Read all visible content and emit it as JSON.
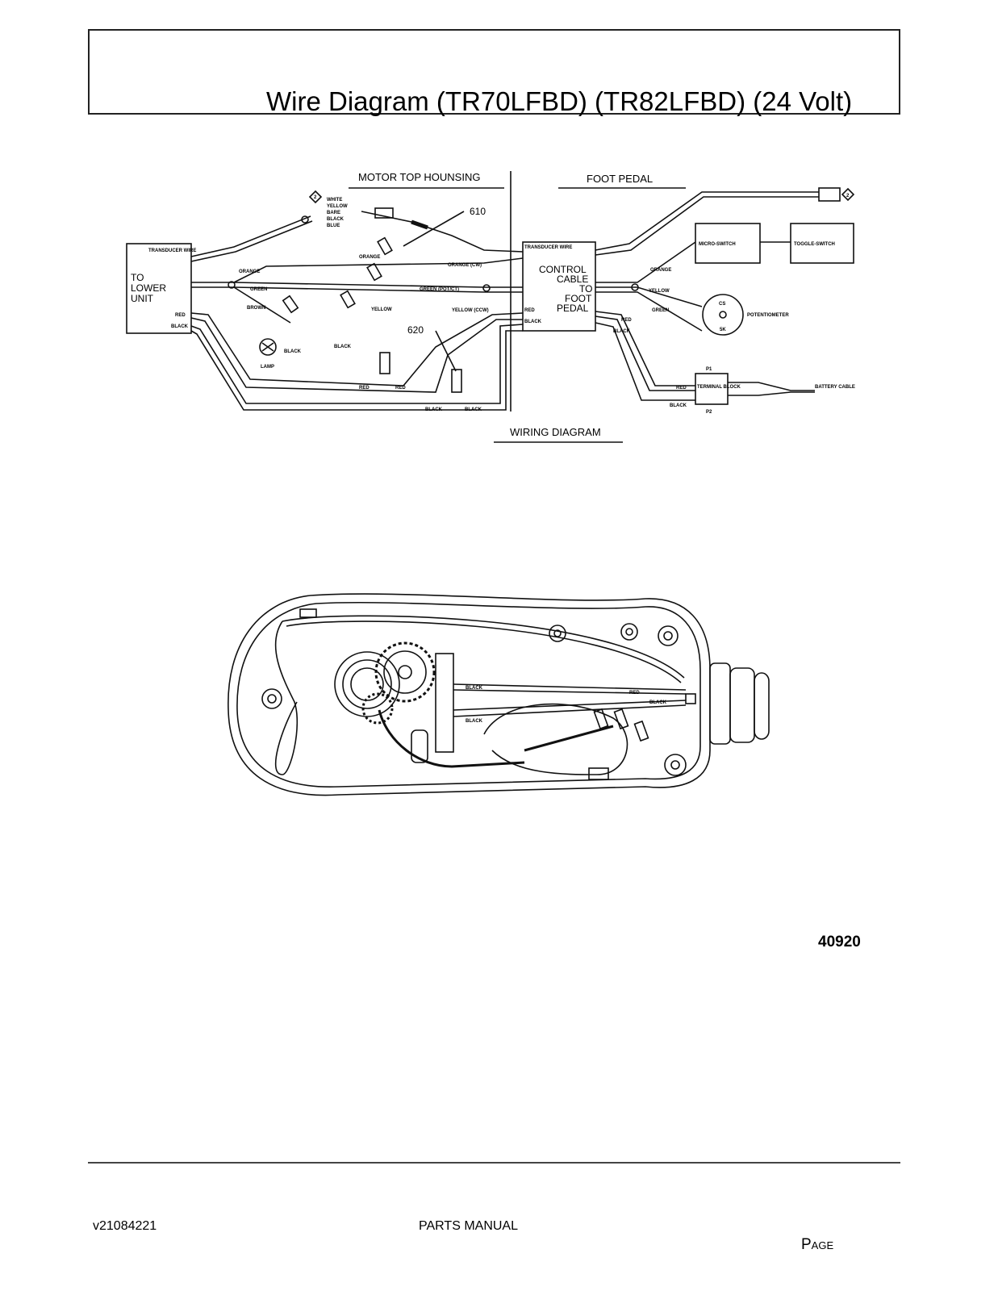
{
  "header": {
    "title": "Wire Diagram (TR70LFBD) (TR82LFBD) (24 Volt)"
  },
  "wiring_diagram": {
    "caption": "WIRING DIAGRAM",
    "sections": {
      "motor_top": "MOTOR TOP HOUNSING",
      "foot_pedal": "FOOT PEDAL"
    },
    "to_lower_unit": [
      "TO",
      "LOWER",
      "UNIT"
    ],
    "control_cable": [
      "CONTROL",
      "CABLE",
      "TO",
      "FOOT",
      "PEDAL"
    ],
    "callouts": {
      "c1": "610",
      "c2": "620",
      "diamond": "2"
    },
    "wire_colors": {
      "white": "WHITE",
      "yellow": "YELLOW",
      "bare": "BARE",
      "black": "BLACK",
      "blue": "BLUE",
      "orange": "ORANGE",
      "green": "GREEN",
      "brown": "BROWN",
      "red": "RED",
      "green_pot": "GREEN (POT/CT)",
      "orange_cw": "ORANGE (CW)",
      "yellow_ccw": "YELLOW (CCW)"
    },
    "labels": {
      "transducer_wire": "TRANSDUCER WIRE",
      "lamp": "LAMP",
      "micro_switch": "MICRO-SWITCH",
      "toggle_switch": "TOGGLE-SWITCH",
      "potentiometer": "POTENTIOMETER",
      "pot_top": "CS",
      "pot_bottom": "5K",
      "terminal_block": "TERMINAL BLOCK",
      "p1": "P1",
      "p2": "P2",
      "battery_cable": "BATTERY CABLE"
    }
  },
  "housing_diagram": {
    "wire_labels": {
      "black": "BLACK",
      "red": "RED"
    },
    "figure_number": "40920"
  },
  "footer": {
    "version": "v21084221",
    "manual": "PARTS MANUAL",
    "page_label": "Page"
  }
}
